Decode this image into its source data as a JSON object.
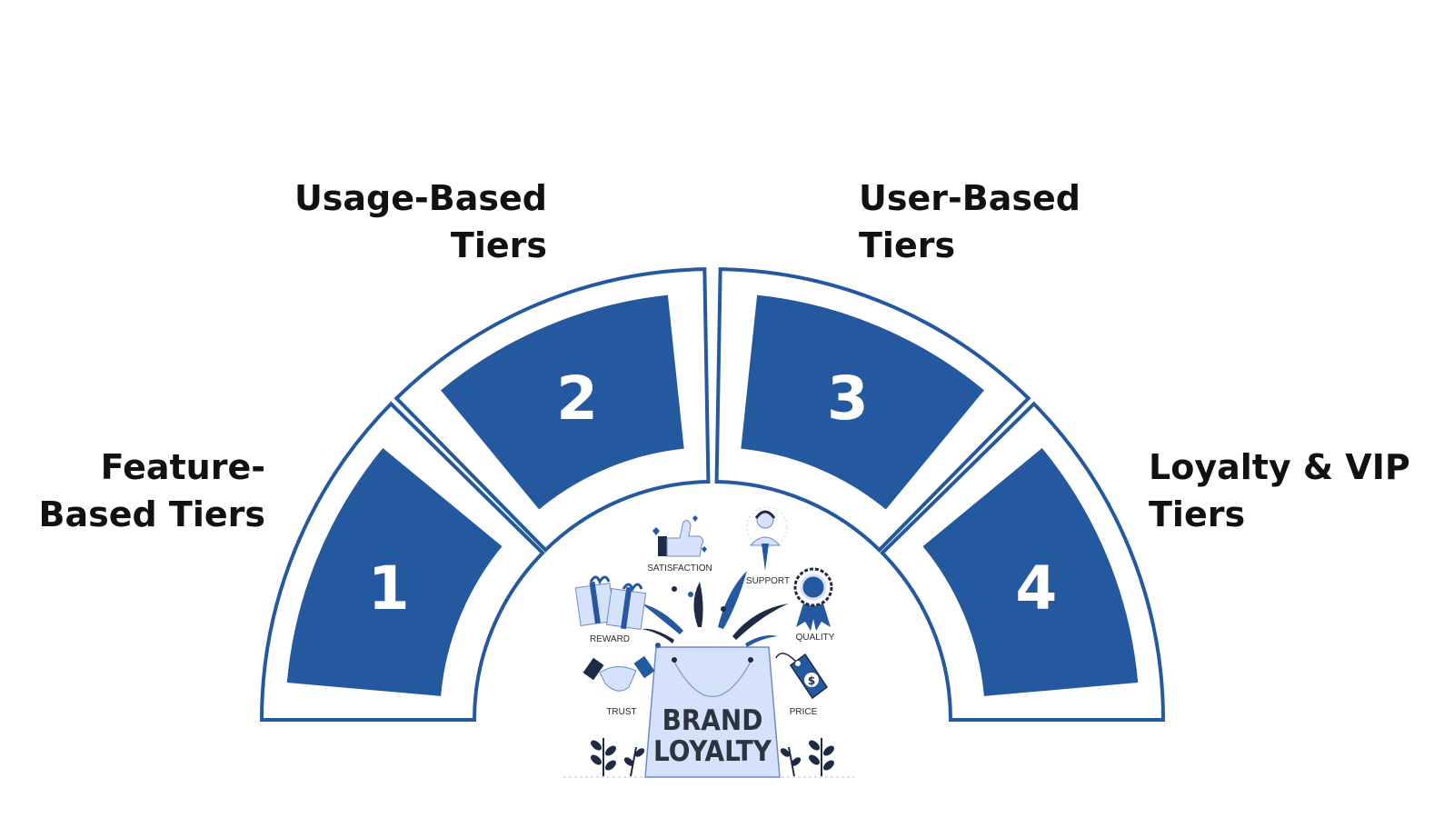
{
  "colors": {
    "accent": "#2459a0",
    "background": "#ffffff",
    "illustration_light": "#d6e2fb"
  },
  "tiers": [
    {
      "number": "1",
      "label_line1": "Feature-",
      "label_line2": "Based Tiers"
    },
    {
      "number": "2",
      "label_line1": "Usage-Based",
      "label_line2": "Tiers"
    },
    {
      "number": "3",
      "label_line1": "User-Based",
      "label_line2": "Tiers"
    },
    {
      "number": "4",
      "label_line1": "Loyalty & VIP",
      "label_line2": "Tiers"
    }
  ],
  "illustration": {
    "title_line1": "BRAND",
    "title_line2": "LOYALTY",
    "icons": [
      {
        "label": "SATISFACTION",
        "icon": "thumbs-up-icon"
      },
      {
        "label": "SUPPORT",
        "icon": "support-agent-icon"
      },
      {
        "label": "REWARD",
        "icon": "gift-icon"
      },
      {
        "label": "QUALITY",
        "icon": "award-ribbon-icon"
      },
      {
        "label": "TRUST",
        "icon": "handshake-icon"
      },
      {
        "label": "PRICE",
        "icon": "price-tag-icon"
      }
    ]
  }
}
